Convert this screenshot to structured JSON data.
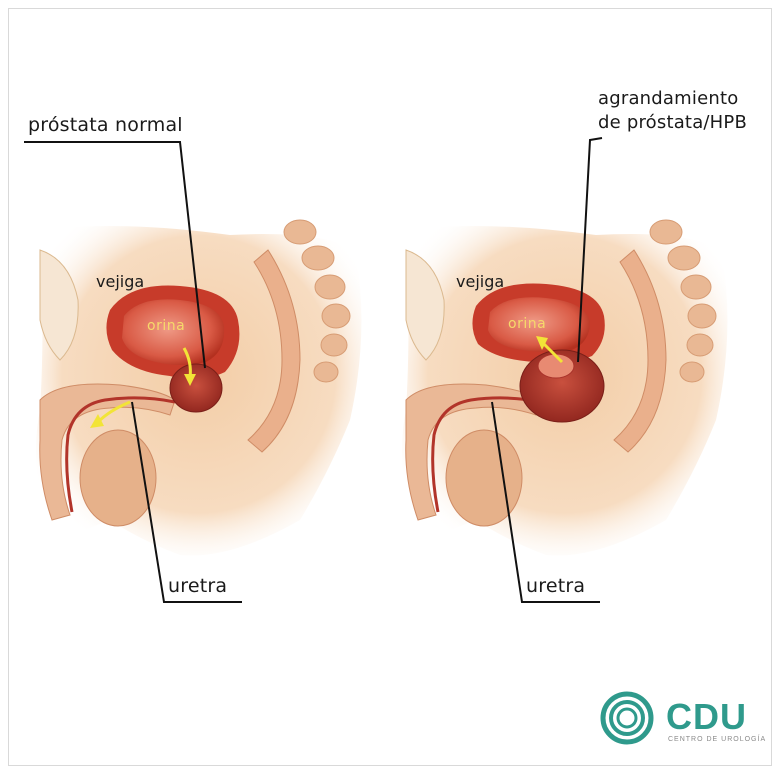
{
  "left_panel": {
    "title": "próstata normal",
    "bladder_label": "vejiga",
    "urine_label": "orina",
    "urethra_label": "uretra"
  },
  "right_panel": {
    "title_line1": "agrandamiento",
    "title_line2": "de próstata/HPB",
    "bladder_label": "vejiga",
    "urine_label": "orina",
    "urethra_label": "uretra"
  },
  "logo": {
    "name": "CDU",
    "subtitle": "CENTRO DE UROLOGÍA",
    "color": "#2f9a8c"
  },
  "colors": {
    "skin": "#f4d2ad",
    "tissue": "#e8b083",
    "bladder": "#c73b2a",
    "bladder_inner": "#e5806e",
    "prostate": "#a9322a",
    "arrow": "#f2e437",
    "urine_text": "#f6d96a"
  }
}
